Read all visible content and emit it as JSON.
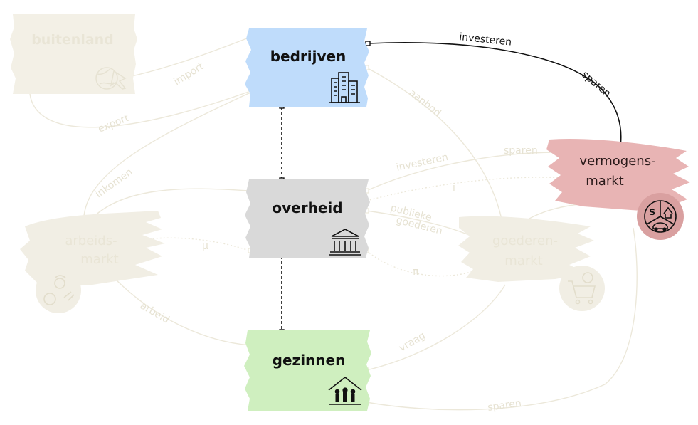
{
  "nodes": {
    "bedrijven": {
      "label": "bedrijven",
      "icon": "office-buildings-icon",
      "color": "#bfdcfb"
    },
    "overheid": {
      "label": "overheid",
      "icon": "government-building-icon",
      "color": "#d9d9d9"
    },
    "gezinnen": {
      "label": "gezinnen",
      "icon": "family-house-icon",
      "color": "#cfefbf"
    },
    "buitenland": {
      "label": "buitenland",
      "icon": "globe-plane-icon",
      "color": "#f3f0e6"
    }
  },
  "markets": {
    "vermogensmarkt": {
      "line1": "vermogens-",
      "line2": "markt",
      "icon": "assets-money-house-car-icon",
      "color": "#e8b4b4",
      "badge_color": "#d9a0a0"
    },
    "arbeidsmarkt": {
      "line1": "arbeids-",
      "line2": "markt",
      "icon": "worker-gears-icon",
      "color": "#f1eee4"
    },
    "goederenmarkt": {
      "line1": "goederen-",
      "line2": "markt",
      "icon": "shopping-cart-icon",
      "color": "#f1eee4"
    }
  },
  "flows": {
    "investeren_top": "investeren",
    "sparen_top": "sparen",
    "import": "import",
    "export": "export",
    "aanbod": "aanbod",
    "investeren_mid": "investeren",
    "sparen_mid": "sparen",
    "inkomen": "inkomen",
    "i": "i",
    "publieke": "publieke",
    "goederen": "goederen",
    "mu": "μ",
    "pi": "π",
    "arbeid": "arbeid",
    "vraag": "vraag",
    "sparen_bottom": "sparen"
  },
  "colors": {
    "active_line": "#111111",
    "faded_line": "#ece8da",
    "faded_text": "#e6e2d2"
  }
}
